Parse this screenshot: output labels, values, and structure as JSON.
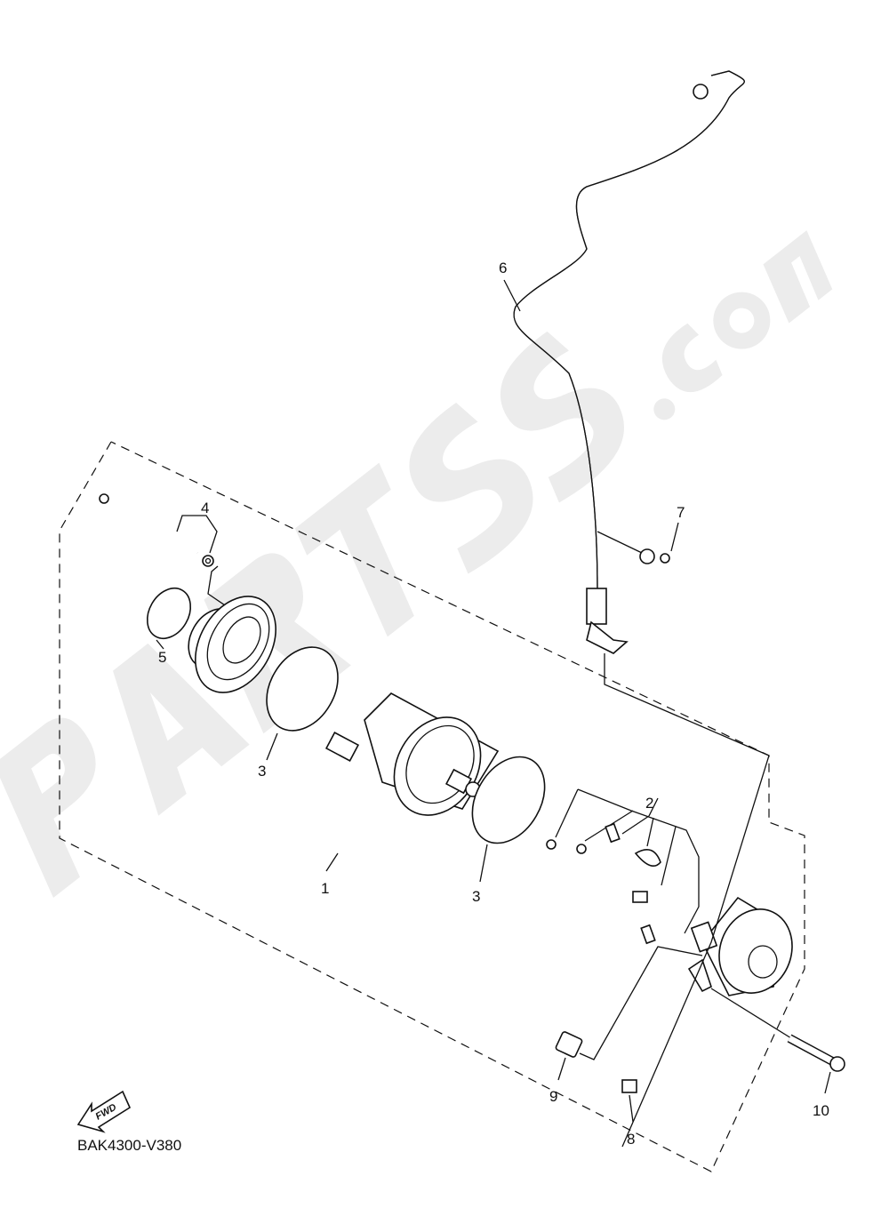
{
  "diagram": {
    "code": "BAK4300-V380",
    "fwd_label": "FWD",
    "watermark": "PARTSS.com",
    "callouts": [
      {
        "id": "1",
        "text": "1"
      },
      {
        "id": "2",
        "text": "2"
      },
      {
        "id": "3a",
        "text": "3"
      },
      {
        "id": "3b",
        "text": "3"
      },
      {
        "id": "4",
        "text": "4"
      },
      {
        "id": "5",
        "text": "5"
      },
      {
        "id": "6",
        "text": "6"
      },
      {
        "id": "7",
        "text": "7"
      },
      {
        "id": "8",
        "text": "8"
      },
      {
        "id": "9",
        "text": "9"
      },
      {
        "id": "10",
        "text": "10"
      }
    ]
  }
}
